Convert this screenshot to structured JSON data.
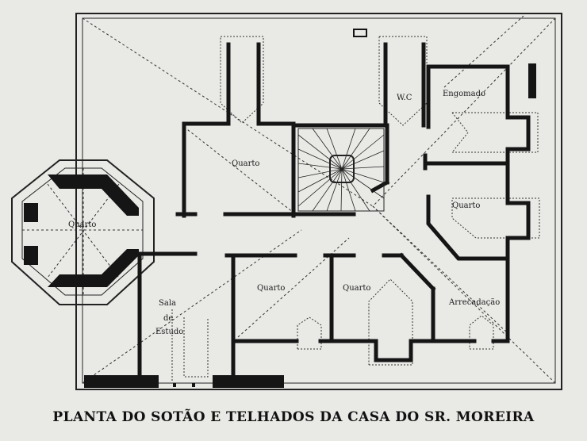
{
  "caption": "PLANTA DO SOTÃO E TELHADOS DA CASA DO SR. MOREIRA",
  "rooms": {
    "wc": "W.C",
    "engomado": "Engomado",
    "quarto_top": "Quarto",
    "quarto_octagon": "Quarto",
    "quarto_right": "Quarto",
    "sala_1": "Sala",
    "sala_2": "de",
    "sala_3": "Estudo",
    "quarto_bottom_left": "Quarto",
    "quarto_bottom_mid": "Quarto",
    "arrecadacao": "Arrecadação"
  },
  "colors": {
    "ink": "#151515",
    "paper": "#e9e9e6"
  }
}
